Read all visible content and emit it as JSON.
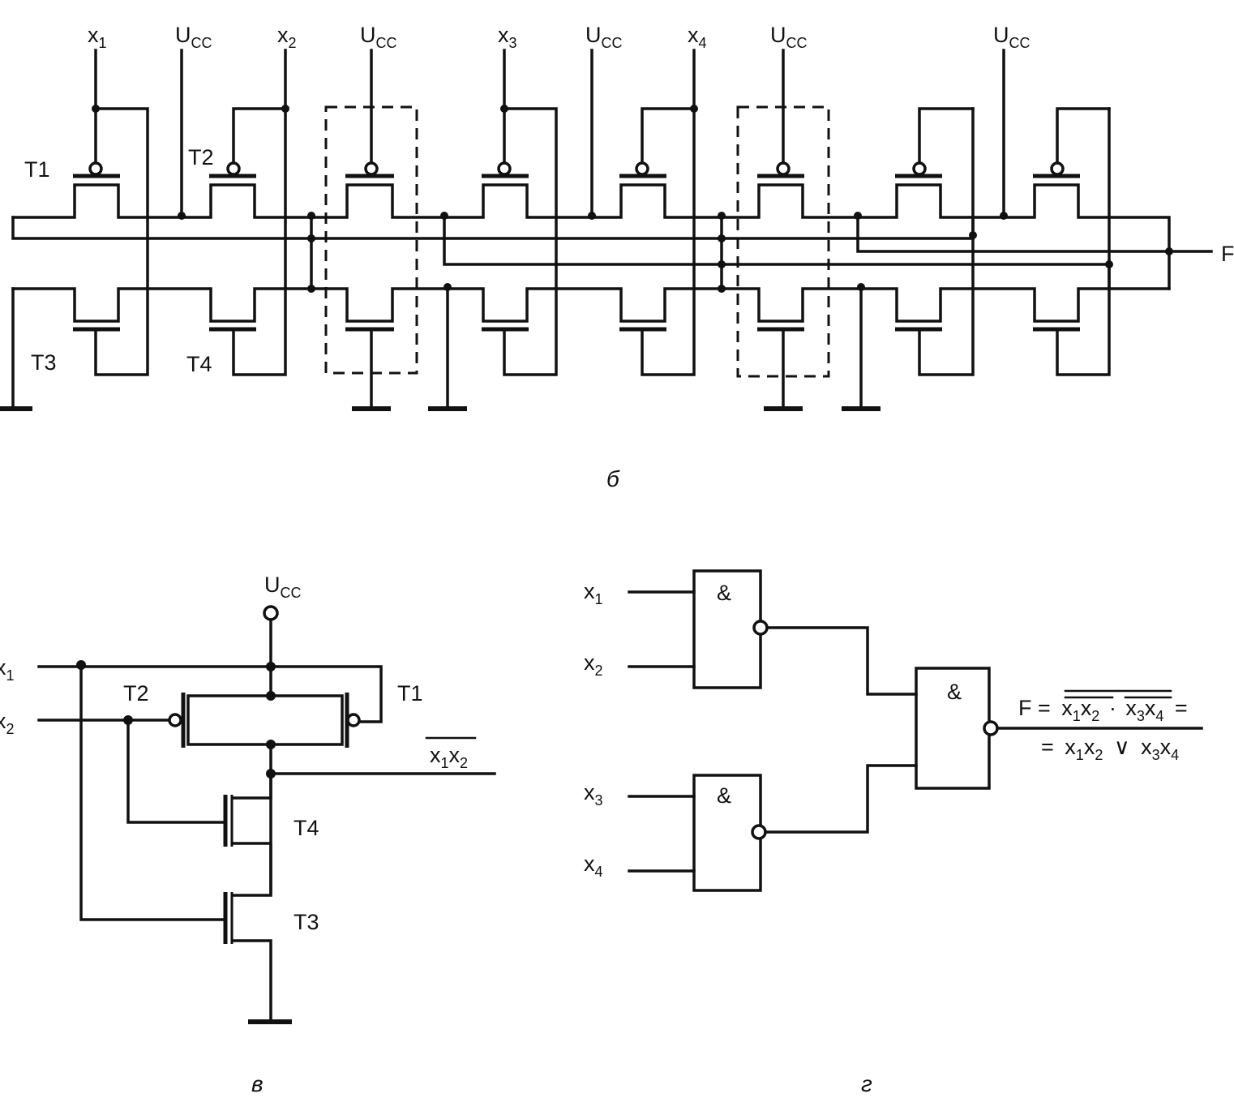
{
  "schematic_b": {
    "top_labels": [
      {
        "base": "x",
        "sub": "1"
      },
      {
        "base": "U",
        "sub": "CC"
      },
      {
        "base": "x",
        "sub": "2"
      },
      {
        "base": "U",
        "sub": "CC"
      },
      {
        "base": "x",
        "sub": "3"
      },
      {
        "base": "U",
        "sub": "CC"
      },
      {
        "base": "x",
        "sub": "4"
      },
      {
        "base": "U",
        "sub": "CC"
      },
      {
        "base": "U",
        "sub": "CC"
      }
    ],
    "transistor_labels": [
      "T1",
      "T2",
      "T3",
      "T4"
    ],
    "output_label": "F",
    "caption": "б"
  },
  "schematic_v": {
    "supply": {
      "base": "U",
      "sub": "CC"
    },
    "inputs": [
      {
        "base": "x",
        "sub": "1"
      },
      {
        "base": "x",
        "sub": "2"
      }
    ],
    "transistor_labels": [
      "T2",
      "T1",
      "T4",
      "T3"
    ],
    "output_terms": [
      {
        "base": "x",
        "sub": "1"
      },
      {
        "base": "x",
        "sub": "2"
      }
    ],
    "caption": "в"
  },
  "logic_g": {
    "inputs": [
      {
        "base": "x",
        "sub": "1"
      },
      {
        "base": "x",
        "sub": "2"
      },
      {
        "base": "x",
        "sub": "3"
      },
      {
        "base": "x",
        "sub": "4"
      }
    ],
    "gate_symbol": "&",
    "formula_line1": {
      "lhs": "F =",
      "t1": [
        {
          "base": "x",
          "sub": "1"
        },
        {
          "base": "x",
          "sub": "2"
        }
      ],
      "op": "·",
      "t2": [
        {
          "base": "x",
          "sub": "3"
        },
        {
          "base": "x",
          "sub": "4"
        }
      ],
      "tail": "="
    },
    "formula_line2": {
      "lhs": "=",
      "t1": [
        {
          "base": "x",
          "sub": "1"
        },
        {
          "base": "x",
          "sub": "2"
        }
      ],
      "op": "∨",
      "t2": [
        {
          "base": "x",
          "sub": "3"
        },
        {
          "base": "x",
          "sub": "4"
        }
      ]
    },
    "caption": "г"
  }
}
